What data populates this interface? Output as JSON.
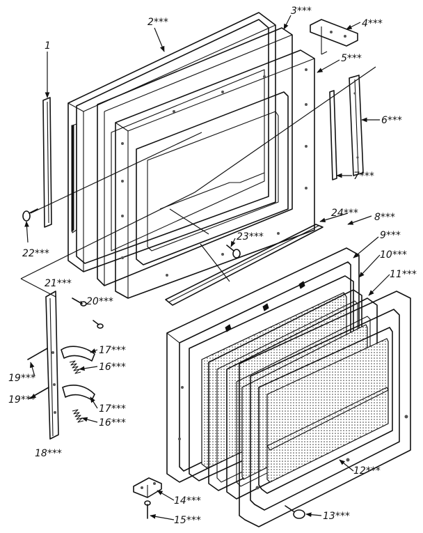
{
  "callouts": [
    {
      "id": "c1",
      "label": "1"
    },
    {
      "id": "c2",
      "label": "2***"
    },
    {
      "id": "c3",
      "label": "3***"
    },
    {
      "id": "c4",
      "label": "4***"
    },
    {
      "id": "c5",
      "label": "5***"
    },
    {
      "id": "c6",
      "label": "6***"
    },
    {
      "id": "c7",
      "label": "7***"
    },
    {
      "id": "c8",
      "label": "8***"
    },
    {
      "id": "c9",
      "label": "9***"
    },
    {
      "id": "c10",
      "label": "10***"
    },
    {
      "id": "c11",
      "label": "11***"
    },
    {
      "id": "c12",
      "label": "12***"
    },
    {
      "id": "c13",
      "label": "13***"
    },
    {
      "id": "c14",
      "label": "14***"
    },
    {
      "id": "c15",
      "label": "15***"
    },
    {
      "id": "c16a",
      "label": "16***"
    },
    {
      "id": "c16b",
      "label": "16***"
    },
    {
      "id": "c17a",
      "label": "17***"
    },
    {
      "id": "c17b",
      "label": "17***"
    },
    {
      "id": "c18",
      "label": "18***"
    },
    {
      "id": "c19a",
      "label": "19***"
    },
    {
      "id": "c19b",
      "label": "19***"
    },
    {
      "id": "c20",
      "label": "20***"
    },
    {
      "id": "c21",
      "label": "21***"
    },
    {
      "id": "c22",
      "label": "22***"
    },
    {
      "id": "c23",
      "label": "23***"
    },
    {
      "id": "c24",
      "label": "24***"
    }
  ]
}
